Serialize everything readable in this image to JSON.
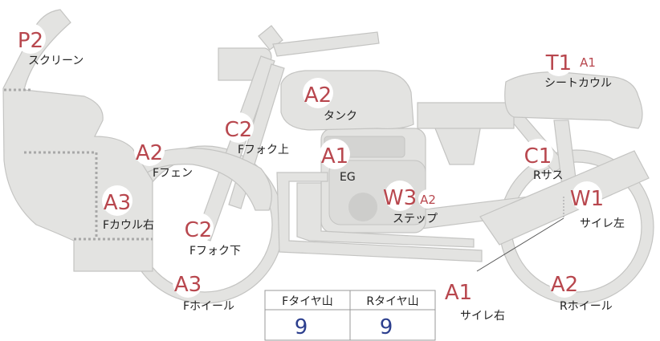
{
  "markers": [
    {
      "id": "screen",
      "grade": "P2",
      "label": "スクリーン"
    },
    {
      "id": "seat-cowl",
      "grade": "T1",
      "sub": "A1",
      "label": "シートカウル"
    },
    {
      "id": "tank",
      "grade": "A2",
      "label": "タンク"
    },
    {
      "id": "fork-upper",
      "grade": "C2",
      "label": "Fフォク上"
    },
    {
      "id": "fender",
      "grade": "A2",
      "label": "Fフェン"
    },
    {
      "id": "engine",
      "grade": "A1",
      "label": "EG"
    },
    {
      "id": "rear-susp",
      "grade": "C1",
      "label": "Rサス"
    },
    {
      "id": "step",
      "grade": "W3",
      "sub": "A2",
      "label": "ステップ"
    },
    {
      "id": "muffler-left",
      "grade": "W1",
      "label": "サイレ左"
    },
    {
      "id": "cowl-right",
      "grade": "A3",
      "label": "Fカウル右"
    },
    {
      "id": "fork-lower",
      "grade": "C2",
      "label": "Fフォク下"
    },
    {
      "id": "front-wheel",
      "grade": "A3",
      "label": "Fホイール"
    },
    {
      "id": "muffler-right",
      "grade": "A1",
      "label": "サイレ右"
    },
    {
      "id": "rear-wheel",
      "grade": "A2",
      "label": "Rホイール"
    }
  ],
  "tire_table": {
    "front_header": "Fタイヤ山",
    "rear_header": "Rタイヤ山",
    "front_value": "9",
    "rear_value": "9"
  },
  "colors": {
    "part_fill": "#e3e3e1",
    "grade_text": "#b8474e",
    "table_value": "#2c3f8e"
  }
}
